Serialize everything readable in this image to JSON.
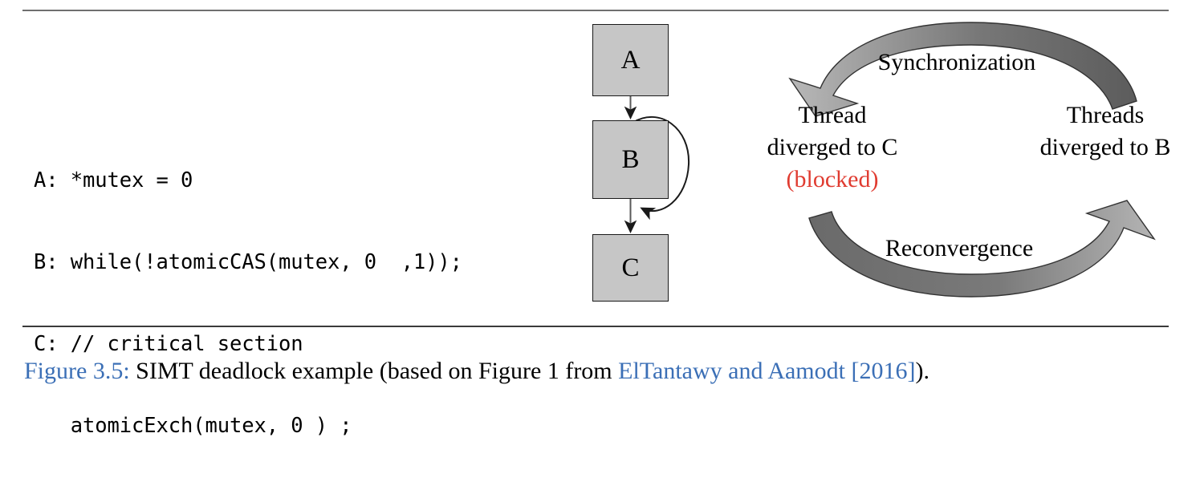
{
  "figure": {
    "caption_label": "Figure 3.5:",
    "caption_text": " SIMT deadlock example (based on Figure 1 from ",
    "caption_citation": "ElTantawy and Aamodt [2016]",
    "caption_tail": ")."
  },
  "code": {
    "lines": [
      "A: *mutex = 0",
      "B: while(!atomicCAS(mutex, 0  ,1));",
      "C: // critical section",
      "   atomicExch(mutex, 0 ) ;"
    ]
  },
  "flowchart": {
    "nodes": [
      {
        "id": "A",
        "label": "A"
      },
      {
        "id": "B",
        "label": "B"
      },
      {
        "id": "C",
        "label": "C"
      }
    ],
    "edges": [
      {
        "from": "A",
        "to": "B",
        "kind": "straight-arrow"
      },
      {
        "from": "B",
        "to": "C",
        "kind": "straight-arrow"
      },
      {
        "from": "B",
        "to": "B",
        "kind": "self-loop-arrow"
      }
    ],
    "box_fill": "#c6c6c6",
    "box_stroke": "#1a1a1a"
  },
  "cycle": {
    "arrows": [
      {
        "name": "synchronization",
        "label": "Synchronization",
        "direction": "right-to-left"
      },
      {
        "name": "reconvergence",
        "label": "Reconvergence",
        "direction": "left-to-right"
      }
    ],
    "left_state": {
      "line1": "Thread",
      "line2": "diverged to C",
      "line3": "(blocked)",
      "line3_color": "#e03c31"
    },
    "right_state": {
      "line1": "Threads",
      "line2": "diverged to B"
    },
    "arrow_fill_dark": "#6e6e6e",
    "arrow_fill_light": "#b6b6b6"
  }
}
